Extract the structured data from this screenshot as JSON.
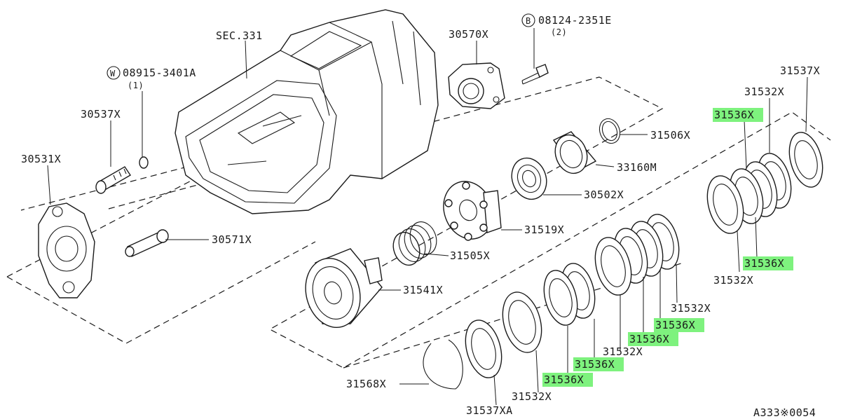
{
  "labels": {
    "sec": "SEC.331",
    "p30570x": "30570X",
    "bolt_b_code": "08124-2351E",
    "bolt_b_qty": "(2)",
    "bolt_b_marker": "B",
    "washer_w_code": "08915-3401A",
    "washer_w_qty": "(1)",
    "washer_w_marker": "W",
    "p30537x": "30537X",
    "p30531x": "30531X",
    "p30571x": "30571X",
    "p31506x": "31506X",
    "p33160m": "33160M",
    "p30502x": "30502X",
    "p31519x": "31519X",
    "p31505x": "31505X",
    "p31541x": "31541X",
    "p31537x": "31537X",
    "p31532x_a": "31532X",
    "p31536x_a": "31536X",
    "p31536x_b": "31536X",
    "p31532x_b": "31532X",
    "p31532x_c": "31532X",
    "p31536x_c": "31536X",
    "p31536x_d": "31536X",
    "p31532x_d": "31532X",
    "p31536x_e": "31536X",
    "p31536x_f": "31536X",
    "p31532x_e": "31532X",
    "p31568x": "31568X",
    "p31537xa": "31537XA",
    "drawing_id": "A333※0054"
  },
  "colors": {
    "highlight": "#7ef27e",
    "line": "#1a1a1a"
  }
}
